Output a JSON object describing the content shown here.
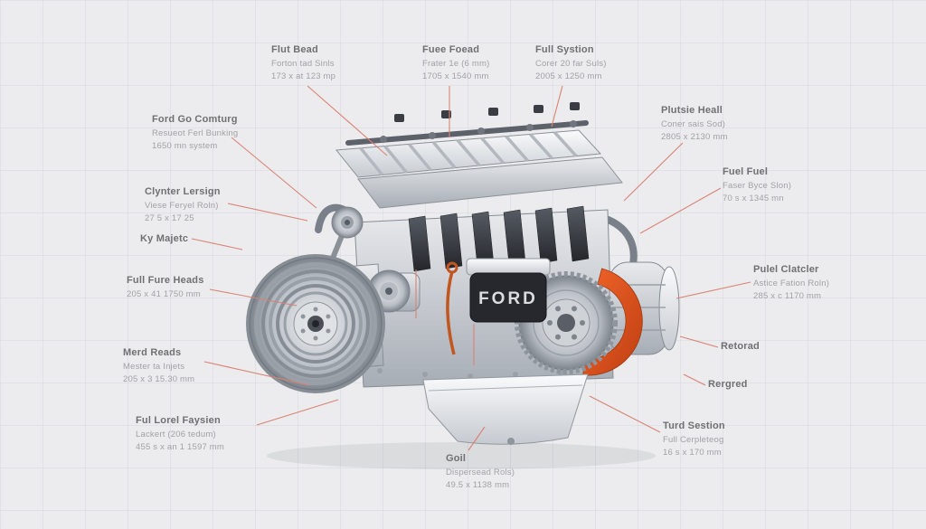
{
  "scene": {
    "background_color": "#ececee",
    "leader_line_color": "#d98275",
    "title_text_color": "#707073",
    "sub_text_color": "#a2a2a6",
    "accent_orange": "#e15a22"
  },
  "engine": {
    "brand_badge": "FORD"
  },
  "callouts": [
    {
      "id": "flut-bead",
      "title": "Flut Bead",
      "sub1": "Forton tad Sinls",
      "sub2": "173 x at 123 mp"
    },
    {
      "id": "fuee-foead",
      "title": "Fuee Foead",
      "sub1": "Frater 1e (6 mm)",
      "sub2": "1705 x 1540 mm"
    },
    {
      "id": "full-systion",
      "title": "Full Systion",
      "sub1": "Corer 20 far Suls)",
      "sub2": "2005 x 1250 mm"
    },
    {
      "id": "plutsie-heall",
      "title": "Plutsie Heall",
      "sub1": "Coner sais Sod)",
      "sub2": "2805 x 2130 mm"
    },
    {
      "id": "fuel-fuel",
      "title": "Fuel Fuel",
      "sub1": "Faser Byce Slon)",
      "sub2": "70 s x 1345 mn"
    },
    {
      "id": "pulel-clatcler",
      "title": "Pulel Clatcler",
      "sub1": "Astice Fation Roln)",
      "sub2": "285 x c 1170 mm"
    },
    {
      "id": "retorad",
      "title": "Retorad",
      "sub1": "",
      "sub2": ""
    },
    {
      "id": "rergred",
      "title": "Rergred",
      "sub1": "",
      "sub2": ""
    },
    {
      "id": "turd-sestion",
      "title": "Turd Sestion",
      "sub1": "Full Cerpleteog",
      "sub2": "16 s x 170 mm"
    },
    {
      "id": "ford-go-comturg",
      "title": "Ford Go Comturg",
      "sub1": "Resueot Ferl Bunking",
      "sub2": "1650 mn system"
    },
    {
      "id": "clynter-lersign",
      "title": "Clynter Lersign",
      "sub1": "Viese Feryel Roln)",
      "sub2": "27 5 x 17 25"
    },
    {
      "id": "ky-majetc",
      "title": "Ky Majetc",
      "sub1": "",
      "sub2": ""
    },
    {
      "id": "full-fure-heads",
      "title": "Full Fure Heads",
      "sub1": "205 x 41 1750 mm",
      "sub2": ""
    },
    {
      "id": "merd-reads",
      "title": "Merd Reads",
      "sub1": "Mester ta Injets",
      "sub2": "205 x 3 15.30 mm"
    },
    {
      "id": "ful-lorel-faysien",
      "title": "Ful Lorel Faysien",
      "sub1": "Lackert (206 tedum)",
      "sub2": "455 s x an 1 1597 mm"
    },
    {
      "id": "goil",
      "title": "Goil",
      "sub1": "Dispersead Rols)",
      "sub2": "49.5 x 1138 mm"
    }
  ]
}
